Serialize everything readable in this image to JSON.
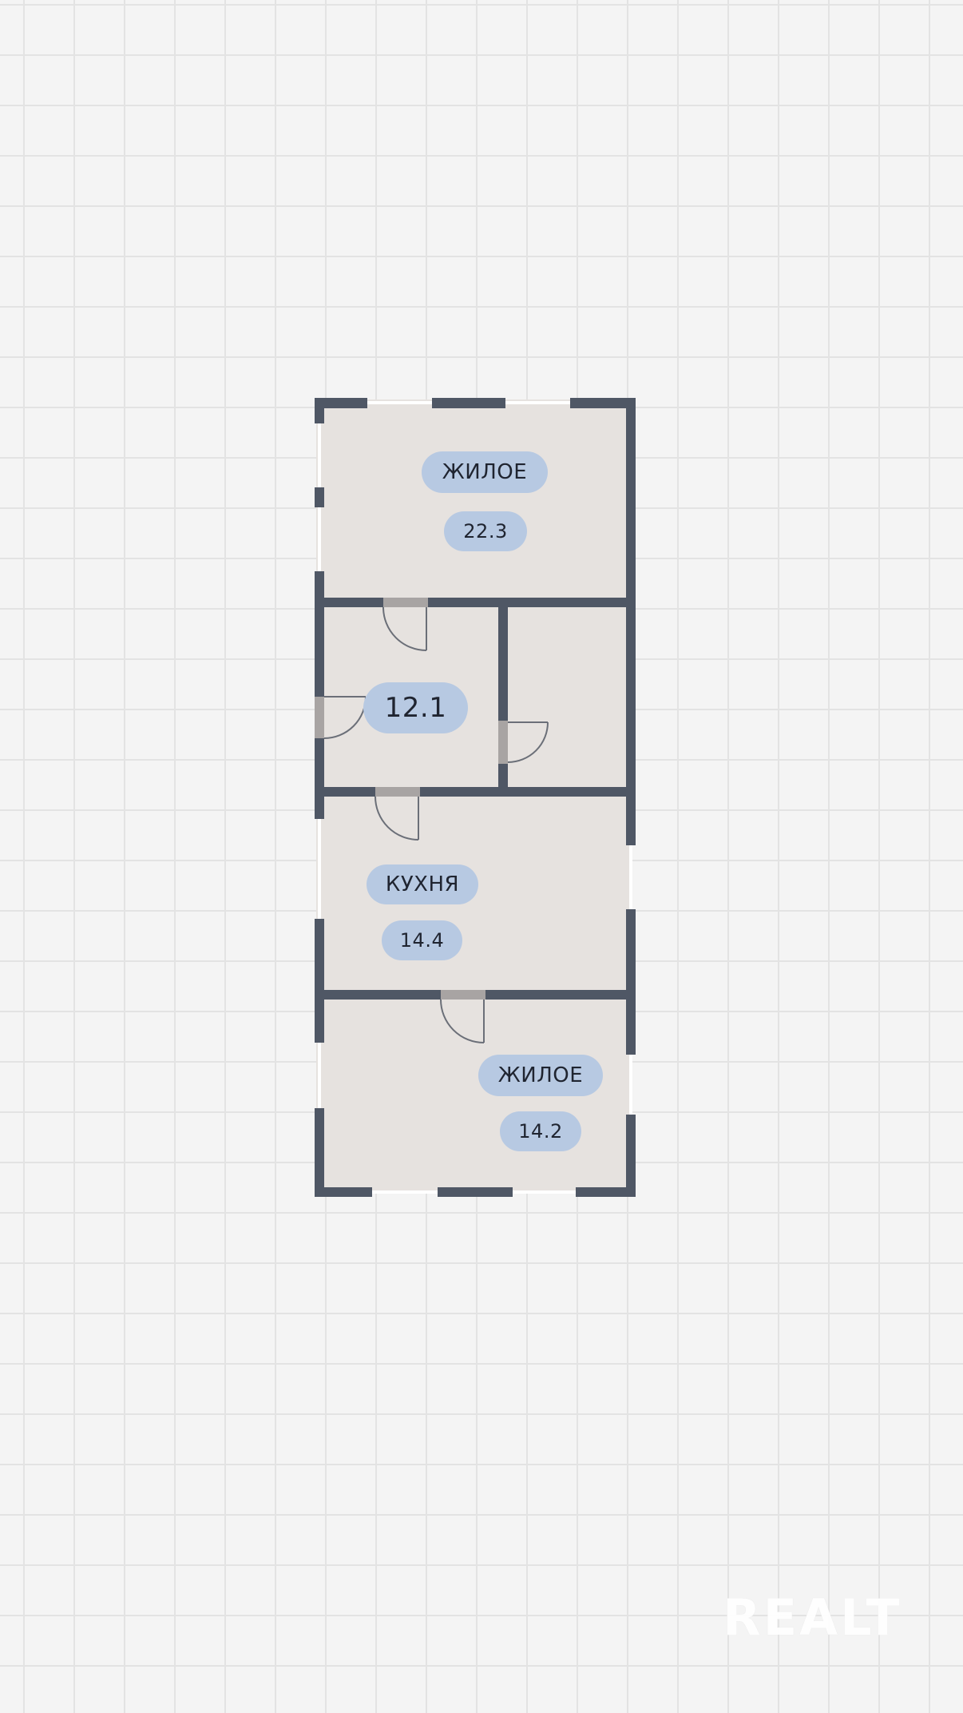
{
  "rooms": {
    "living_top": {
      "name": "ЖИЛОЕ",
      "area": "22.3"
    },
    "hall": {
      "area": "12.1"
    },
    "kitchen": {
      "name": "КУХНЯ",
      "area": "14.4"
    },
    "living_bottom": {
      "name": "ЖИЛОЕ",
      "area": "14.2"
    }
  },
  "watermark": "REALT",
  "colors": {
    "background": "#f4f4f4",
    "grid": "#e3e3e3",
    "floor": "#e6e2df",
    "wall": "#4f5765",
    "label_pill": "#b7c9e2"
  }
}
